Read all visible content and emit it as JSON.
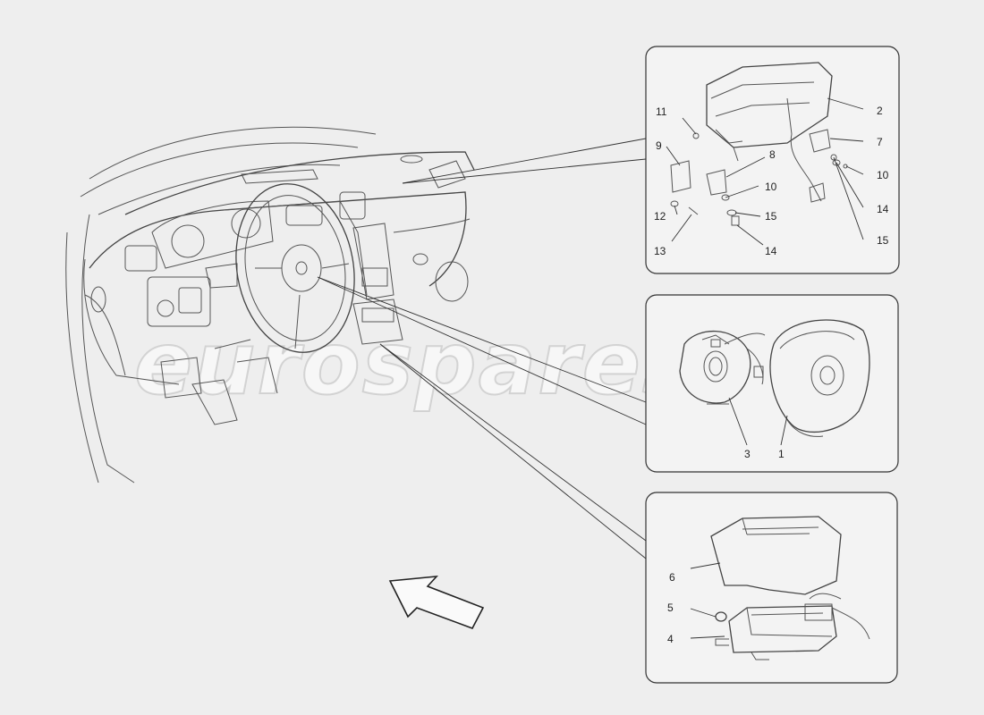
{
  "watermark": {
    "text": "eurospares"
  },
  "callouts": {
    "p1": "1",
    "p2": "2",
    "p3": "3",
    "p4": "4",
    "p5": "5",
    "p6": "6",
    "p7": "7",
    "p8": "8",
    "p9": "9",
    "p10a": "10",
    "p10b": "10",
    "p11": "11",
    "p12": "12",
    "p13": "13",
    "p14a": "14",
    "p14b": "14",
    "p15a": "15",
    "p15b": "15"
  },
  "icons": {
    "direction_arrow": "arrow-icon"
  }
}
